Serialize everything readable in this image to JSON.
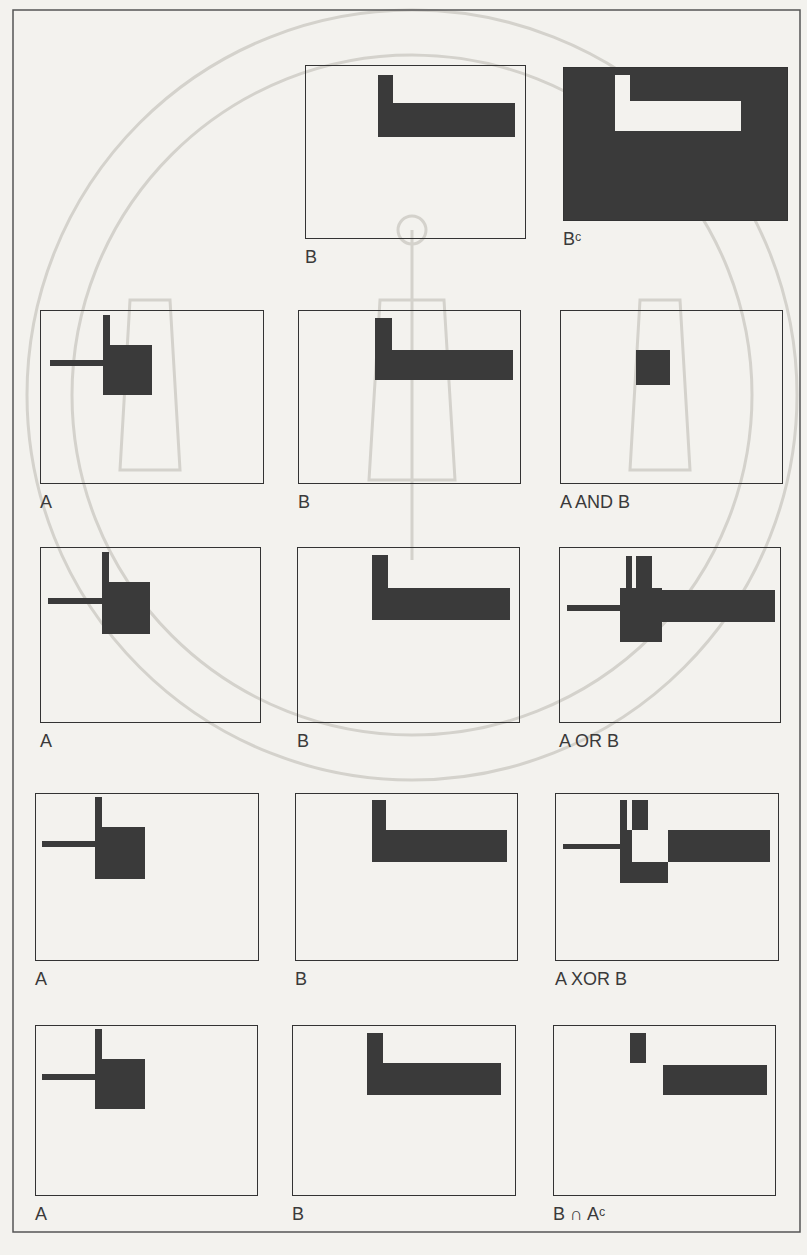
{
  "diagram": {
    "nodes": [
      {
        "text": [
          "B"
        ]
      },
      {
        "text": [
          "Bᶜ"
        ]
      },
      {
        "text": [
          "A"
        ]
      },
      {
        "text": [
          "B"
        ]
      },
      {
        "text": [
          "A AND B"
        ]
      },
      {
        "text": [
          "A"
        ]
      },
      {
        "text": [
          "B"
        ]
      },
      {
        "text": [
          "A OR B"
        ]
      },
      {
        "text": [
          "A"
        ]
      },
      {
        "text": [
          "B"
        ]
      },
      {
        "text": [
          "A XOR B"
        ]
      },
      {
        "text": [
          "A"
        ]
      },
      {
        "text": [
          "B"
        ]
      },
      {
        "text": [
          "B ∩ Aᶜ"
        ]
      }
    ]
  }
}
